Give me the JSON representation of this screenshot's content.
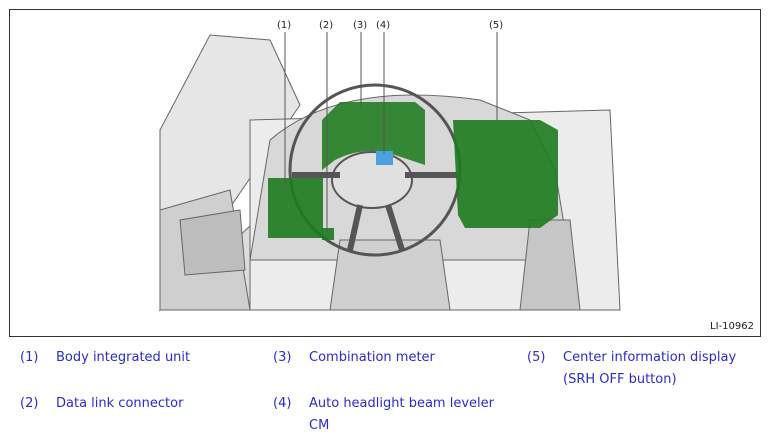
{
  "figure": {
    "id_label": "LI-10962",
    "colors": {
      "highlight_green": "#1e7a1e",
      "highlight_blue": "#4aa3e0",
      "line": "#555555"
    },
    "callouts": [
      "(1)",
      "(2)",
      "(3)",
      "(4)",
      "(5)"
    ]
  },
  "legend": [
    {
      "num": "(1)",
      "text": "Body integrated unit"
    },
    {
      "num": "(2)",
      "text": "Data link connector"
    },
    {
      "num": "(3)",
      "text": "Combination meter"
    },
    {
      "num": "(4)",
      "text": "Auto headlight beam leveler CM"
    },
    {
      "num": "(5)",
      "text": "Center information display (SRH OFF button)"
    }
  ]
}
